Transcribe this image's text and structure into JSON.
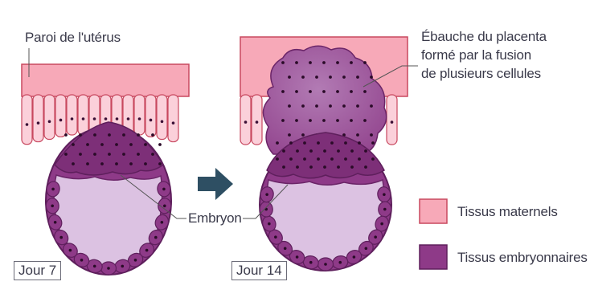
{
  "labels": {
    "uterus_wall": "Paroi de l'utérus",
    "placenta_line1": "Ébauche du placenta",
    "placenta_line2": "formé par la fusion",
    "placenta_line3": "de plusieurs cellules",
    "embryo": "Embryon"
  },
  "days": {
    "left": "Jour 7",
    "right": "Jour 14"
  },
  "legend": {
    "maternal": "Tissus maternels",
    "embryonic": "Tissus embryonnaires"
  },
  "colors": {
    "maternal_pink": "#f7a9b8",
    "maternal_border": "#c8485f",
    "embryo_purple": "#8e3a88",
    "embryo_dark": "#5e1f5c",
    "cavity_lilac": "#dcc2e2",
    "arrow": "#2e4f63"
  }
}
